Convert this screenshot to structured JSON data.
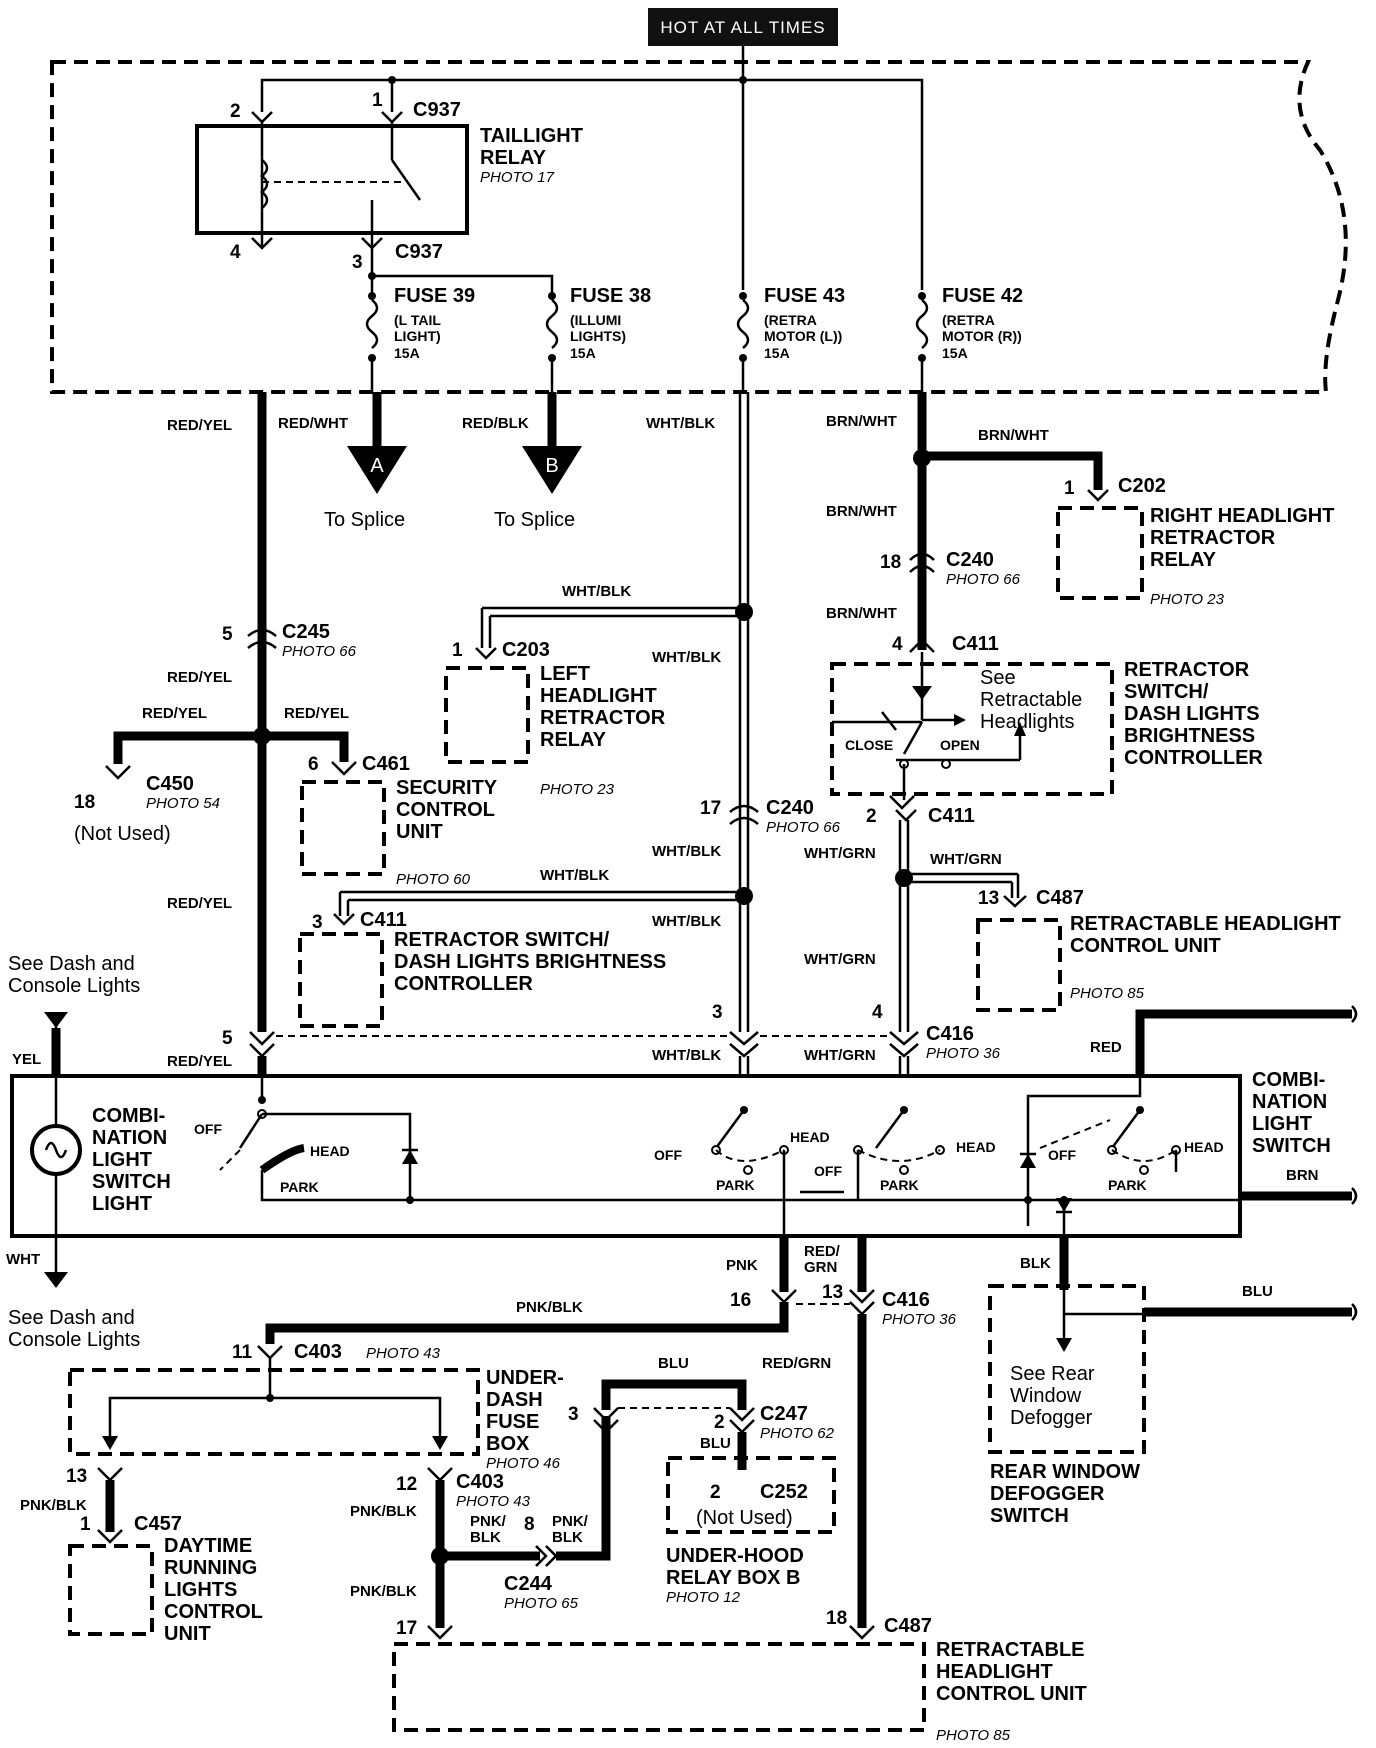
{
  "header": {
    "label": "HOT AT ALL TIMES"
  },
  "relay": {
    "name": "TAILLIGHT RELAY",
    "name_line1": "TAILLIGHT",
    "name_line2": "RELAY",
    "photo": "PHOTO 17",
    "connector": "C937",
    "pin_top_left": "2",
    "pin_top_right": "1",
    "pin_bottom_left": "4",
    "pin_bottom_right": "3"
  },
  "fuses": [
    {
      "name": "FUSE 39",
      "desc1": "(L TAIL",
      "desc2": "LIGHT)",
      "rating": "15A"
    },
    {
      "name": "FUSE 38",
      "desc1": "(ILLUMI",
      "desc2": "LIGHTS)",
      "rating": "15A"
    },
    {
      "name": "FUSE 43",
      "desc1": "(RETRA",
      "desc2": "MOTOR (L))",
      "rating": "15A"
    },
    {
      "name": "FUSE 42",
      "desc1": "(RETRA",
      "desc2": "MOTOR (R))",
      "rating": "15A"
    }
  ],
  "splices": [
    {
      "letter": "A",
      "label": "To Splice"
    },
    {
      "letter": "B",
      "label": "To Splice"
    }
  ],
  "wires": {
    "red_yel": "RED/YEL",
    "red_wht": "RED/WHT",
    "red_blk": "RED/BLK",
    "wht_blk": "WHT/BLK",
    "brn_wht": "BRN/WHT",
    "wht_grn": "WHT/GRN",
    "yel": "YEL",
    "wht": "WHT",
    "red": "RED",
    "brn": "BRN",
    "pnk": "PNK",
    "red_grn": "RED/GRN",
    "red_grn_split1": "RED/",
    "red_grn_split2": "GRN",
    "blk": "BLK",
    "blu": "BLU",
    "pnk_blk": "PNK/BLK",
    "pnk_split1": "PNK/",
    "pnk_split2": "BLK"
  },
  "components": {
    "right_retractor_relay": {
      "line1": "RIGHT HEADLIGHT",
      "line2": "RETRACTOR",
      "line3": "RELAY",
      "photo": "PHOTO 23",
      "connector": "C202",
      "pin": "1"
    },
    "left_retractor_relay": {
      "line1": "LEFT",
      "line2": "HEADLIGHT",
      "line3": "RETRACTOR",
      "line4": "RELAY",
      "photo": "PHOTO 23",
      "connector": "C203",
      "pin": "1"
    },
    "retractor_switch": {
      "line1": "RETRACTOR",
      "line2": "SWITCH/",
      "line3": "DASH LIGHTS",
      "line4": "BRIGHTNESS",
      "line5": "CONTROLLER",
      "see1": "See",
      "see2": "Retractable",
      "see3": "Headlights",
      "close": "CLOSE",
      "open": "OPEN"
    },
    "security_unit": {
      "line1": "SECURITY",
      "line2": "CONTROL",
      "line3": "UNIT",
      "photo": "PHOTO 60",
      "connector": "C461",
      "pin": "6"
    },
    "c450": {
      "connector": "C450",
      "photo": "PHOTO 54",
      "pin": "18",
      "note": "(Not Used)"
    },
    "retractor_switch_small": {
      "line1": "RETRACTOR SWITCH/",
      "line2": "DASH LIGHTS BRIGHTNESS",
      "line3": "CONTROLLER",
      "connector": "C411",
      "pin": "3"
    },
    "rhcu_top": {
      "line1": "RETRACTABLE HEADLIGHT",
      "line2": "CONTROL UNIT",
      "photo": "PHOTO 85",
      "connector": "C487",
      "pin": "13"
    },
    "combination_switch": {
      "line1": "COMBI-",
      "line2": "NATION",
      "line3": "LIGHT",
      "line4": "SWITCH",
      "off": "OFF",
      "head": "HEAD",
      "park": "PARK"
    },
    "combination_light": {
      "line1": "COMBI-",
      "line2": "NATION",
      "line3": "LIGHT",
      "line4": "SWITCH",
      "line5": "LIGHT"
    },
    "see_dash_top": {
      "line1": "See Dash and",
      "line2": "Console Lights"
    },
    "see_dash_bottom": {
      "line1": "See Dash and",
      "line2": "Console Lights"
    },
    "underdash_fuse_box": {
      "line1": "UNDER-",
      "line2": "DASH",
      "line3": "FUSE",
      "line4": "BOX",
      "photo": "PHOTO 46"
    },
    "drl_unit": {
      "line1": "DAYTIME",
      "line2": "RUNNING",
      "line3": "LIGHTS",
      "line4": "CONTROL",
      "line5": "UNIT",
      "connector": "C457",
      "pin": "1"
    },
    "underhood_relay_box": {
      "line1": "UNDER-HOOD",
      "line2": "RELAY BOX B",
      "photo": "PHOTO 12",
      "connector": "C252",
      "pin": "2",
      "note": "(Not Used)"
    },
    "rear_defogger": {
      "see1": "See Rear",
      "see2": "Window",
      "see3": "Defogger",
      "line1": "REAR WINDOW",
      "line2": "DEFOGGER",
      "line3": "SWITCH"
    },
    "rhcu_bottom": {
      "line1": "RETRACTABLE",
      "line2": "HEADLIGHT",
      "line3": "CONTROL UNIT",
      "photo": "PHOTO 85",
      "connector": "C487",
      "pin": "18",
      "pin_left": "17"
    }
  },
  "connectors": {
    "c245": {
      "name": "C245",
      "photo": "PHOTO 66",
      "pin": "5"
    },
    "c240_right": {
      "name": "C240",
      "photo": "PHOTO 66",
      "pin": "18"
    },
    "c240_left": {
      "name": "C240",
      "photo": "PHOTO 66",
      "pin": "17"
    },
    "c411_top": {
      "name": "C411",
      "pin": "4"
    },
    "c411_bottom": {
      "name": "C411",
      "pin": "2"
    },
    "c416_top": {
      "name": "C416",
      "photo": "PHOTO 36",
      "pin_left": "5",
      "pin_mid": "3",
      "pin_right": "4"
    },
    "c416_bottom": {
      "name": "C416",
      "photo": "PHOTO 36",
      "pin_a": "16",
      "pin_b": "13"
    },
    "c403_top": {
      "name": "C403",
      "photo": "PHOTO 43",
      "pin": "11"
    },
    "c403_bottom": {
      "name": "C403",
      "photo": "PHOTO 43",
      "pin_left": "13",
      "pin_right": "12"
    },
    "c247": {
      "name": "C247",
      "photo": "PHOTO 62",
      "pin_left": "3",
      "pin_right": "2"
    },
    "c244": {
      "name": "C244",
      "photo": "PHOTO 65",
      "pin": "8"
    }
  }
}
